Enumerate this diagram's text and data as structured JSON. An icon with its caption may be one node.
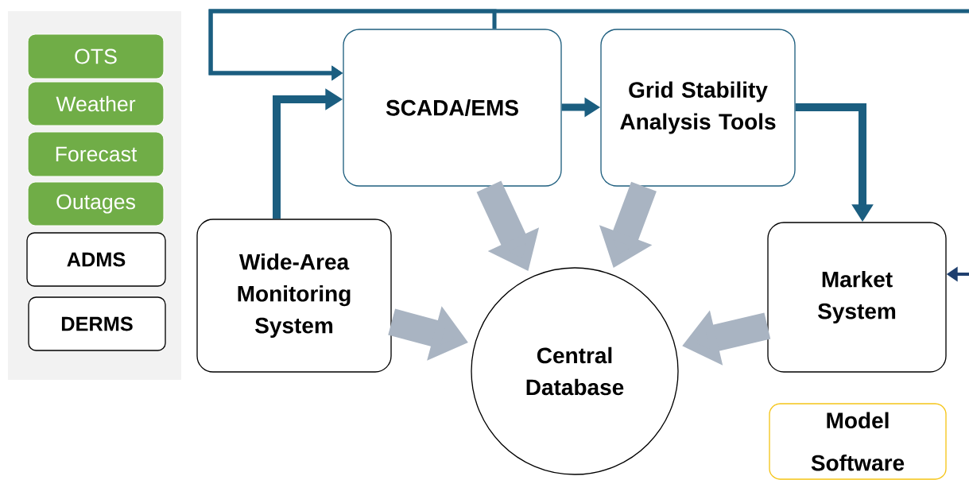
{
  "diagram": {
    "nodes": [
      {
        "text": [],
        "shape": "box"
      },
      {
        "text": [
          "OTS"
        ],
        "in": 0
      },
      {
        "text": [
          "Weather"
        ],
        "in": 0
      },
      {
        "text": [
          "Forecast"
        ],
        "in": 0
      },
      {
        "text": [
          "Outages"
        ],
        "in": 0
      },
      {
        "text": [
          "ADMS"
        ],
        "in": 0
      },
      {
        "text": [
          "DERMS"
        ],
        "in": 0
      },
      {
        "text": [
          "SCADA/EMS"
        ]
      },
      {
        "text": [
          "Grid Stability Analysis Tools"
        ]
      },
      {
        "text": [
          "Wide-Area Monitoring System"
        ]
      },
      {
        "text": [
          "Central Database"
        ]
      },
      {
        "text": [
          "Market System"
        ]
      },
      {
        "text": [
          "Model Software"
        ]
      }
    ],
    "edges": [
      {
        "from": 7,
        "to": 7,
        "arrow": "to",
        "color": "#1b5e80"
      },
      {
        "from": null,
        "to": 7,
        "arrow": "to",
        "color": "#1b5e80"
      },
      {
        "from": 9,
        "to": 7,
        "arrow": "to",
        "color": "#1b5e80"
      },
      {
        "from": 7,
        "to": 8,
        "arrow": "to",
        "color": "#1b5e80"
      },
      {
        "from": 8,
        "to": 11,
        "arrow": "to",
        "color": "#1b5e80"
      },
      {
        "from": null,
        "to": 11,
        "arrow": "to",
        "color": "#1f3f6e"
      },
      {
        "from": 7,
        "to": 10,
        "arrow": "to",
        "style": "thick",
        "color": "#a9b4c2"
      },
      {
        "from": 8,
        "to": 10,
        "arrow": "to",
        "style": "thick",
        "color": "#a9b4c2"
      },
      {
        "from": 9,
        "to": 10,
        "arrow": "to",
        "style": "thick",
        "color": "#a9b4c2"
      },
      {
        "from": 11,
        "to": 10,
        "arrow": "to",
        "style": "thick",
        "color": "#a9b4c2"
      }
    ]
  }
}
